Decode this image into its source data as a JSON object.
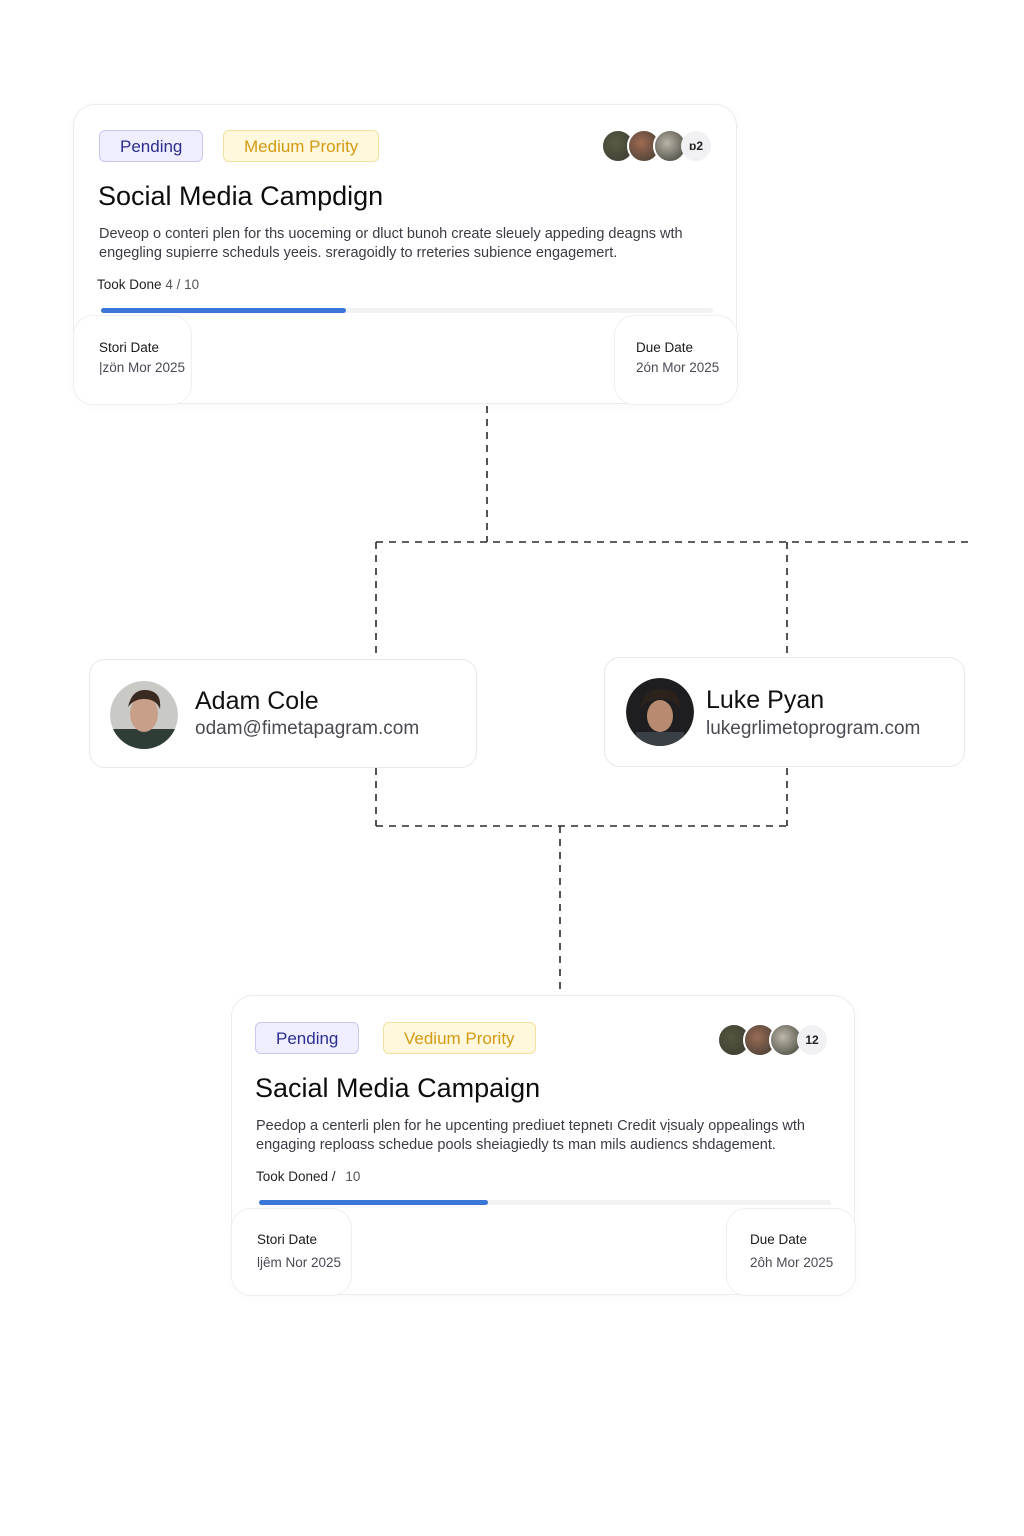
{
  "top_card": {
    "status": "Pending",
    "priority": "Medium Prority",
    "assignee_extra_count": "ɒ2",
    "title": "Social Media Campdign",
    "description": "Deveop o conteri plen for ths uoceming or dluct bunoh create sleuely appeding deagns wth engegling supierre scheduls yeeis. sreragoidly to rreteries subience engagemert.",
    "progress_label": "Took Done",
    "progress_value": "4 / 10",
    "progress_fraction": 0.4,
    "start_label": "Stori Date",
    "start_value": "|zön Mor 2025",
    "due_label": "Due Date",
    "due_value": "2ón Mor 2025",
    "avatar_colors": [
      "#5a5a44",
      "#a06a52",
      "#b9b4a8"
    ]
  },
  "people": [
    {
      "name": "Adam Cole",
      "email": "odam@fimetapagram.com"
    },
    {
      "name": "Luke Pyan",
      "email": "lukegrlimetoprogram.com"
    }
  ],
  "bottom_card": {
    "status": "Pending",
    "priority": "Vedium Prority",
    "assignee_extra_count": "12",
    "title": "Sacial Media Campaign",
    "description": "Peedop a centerli plen for he upcenting prediuet tepnetı Credit vịsualy oppealings wth engaging reploɑss schedue pools sheiagiedly ts man mils audiencs shdagement.",
    "progress_label": "Took Doned /",
    "progress_value": "10",
    "progress_fraction": 0.4,
    "start_label": "Stori Date",
    "start_value": "ljêm Nor 2025",
    "due_label": "Due Date",
    "due_value": "2ôh Mor 2025",
    "avatar_colors": [
      "#55553f",
      "#9a6a55",
      "#beb8ab"
    ]
  }
}
